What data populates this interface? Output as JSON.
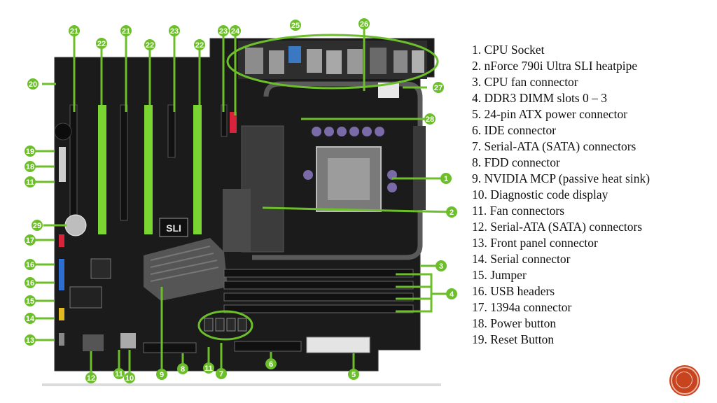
{
  "colors": {
    "callout_green": "#6cbf2a",
    "slide_background": "#ffffff",
    "board_black": "#1a1a1a",
    "nav_button": "#c8441e"
  },
  "board": {
    "sli_label": "SLI",
    "callouts": [
      "1",
      "2",
      "3",
      "4",
      "5",
      "6",
      "7",
      "8",
      "9",
      "10",
      "11",
      "11",
      "11",
      "12",
      "13",
      "14",
      "15",
      "16",
      "16",
      "17",
      "18",
      "19",
      "20",
      "21",
      "21",
      "22",
      "22",
      "22",
      "23",
      "23",
      "24",
      "25",
      "26",
      "27",
      "28",
      "29"
    ]
  },
  "legend": {
    "items": [
      "1. CPU Socket",
      "2. nForce 790i Ultra SLI heatpipe",
      "3. CPU fan connector",
      "4. DDR3 DIMM slots 0 – 3",
      "5. 24-pin ATX power connector",
      "6. IDE connector",
      "7. Serial-ATA (SATA) connectors",
      "8. FDD connector",
      "9. NVIDIA MCP (passive heat sink)",
      "10. Diagnostic code display",
      "11. Fan connectors",
      "12. Serial-ATA (SATA) connectors",
      "13. Front panel connector",
      "14. Serial connector",
      "15. Jumper",
      "16. USB headers",
      "17. 1394a connector",
      "18. Power button",
      "19. Reset Button"
    ]
  },
  "navigation": {
    "next_icon": "circle-button-icon"
  }
}
